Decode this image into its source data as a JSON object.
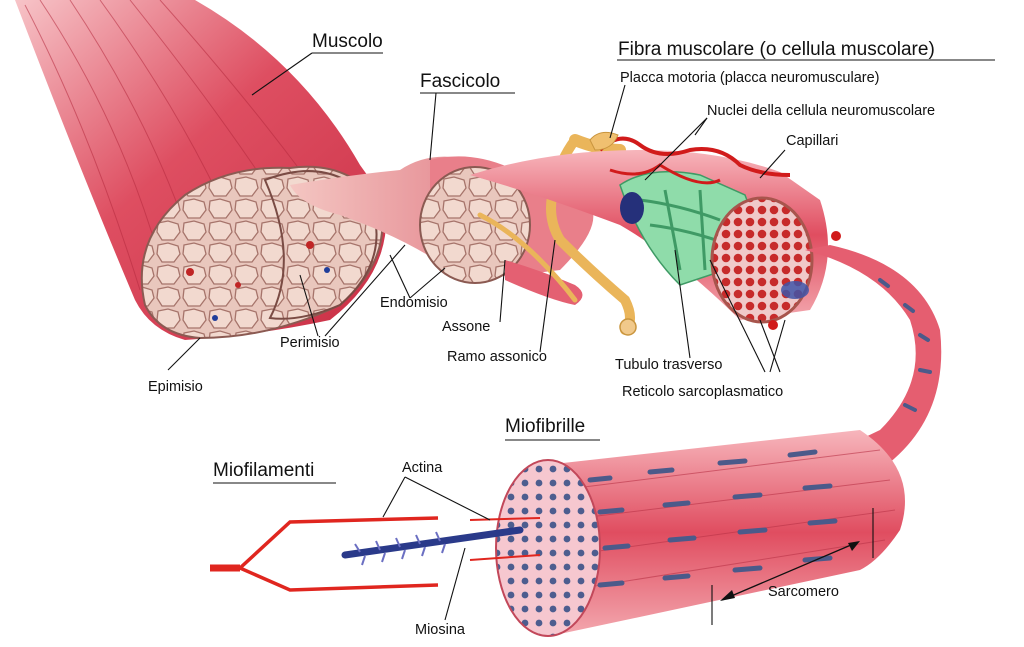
{
  "labels": {
    "muscolo": "Muscolo",
    "fascicolo": "Fascicolo",
    "fibra": "Fibra muscolare (o cellula muscolare)",
    "placca": "Placca motoria (placca neuromusculare)",
    "nuclei": "Nuclei della cellula neuromuscolare",
    "capillari": "Capillari",
    "endomisio": "Endomisio",
    "assone": "Assone",
    "ramo": "Ramo assonico",
    "perimisio": "Perimisio",
    "epimisio": "Epimisio",
    "tubulo": "Tubulo trasverso",
    "reticolo": "Reticolo sarcoplasmatico",
    "miofibrille": "Miofibrille",
    "miofilamenti": "Miofilamenti",
    "actina": "Actina",
    "miosina": "Miosina",
    "sarcomero": "Sarcomero"
  },
  "colors": {
    "muscle": "#d9445a",
    "muscle_light": "#f4a8b0",
    "tendon": "#f1b7b2",
    "nerve": "#f0c070",
    "vessel": "#d11b1b",
    "reticulum": "#7fd6a0",
    "sarcomere_band": "#4b5a8a",
    "filament_red": "#e0261f",
    "myosin": "#2a3a8a"
  }
}
